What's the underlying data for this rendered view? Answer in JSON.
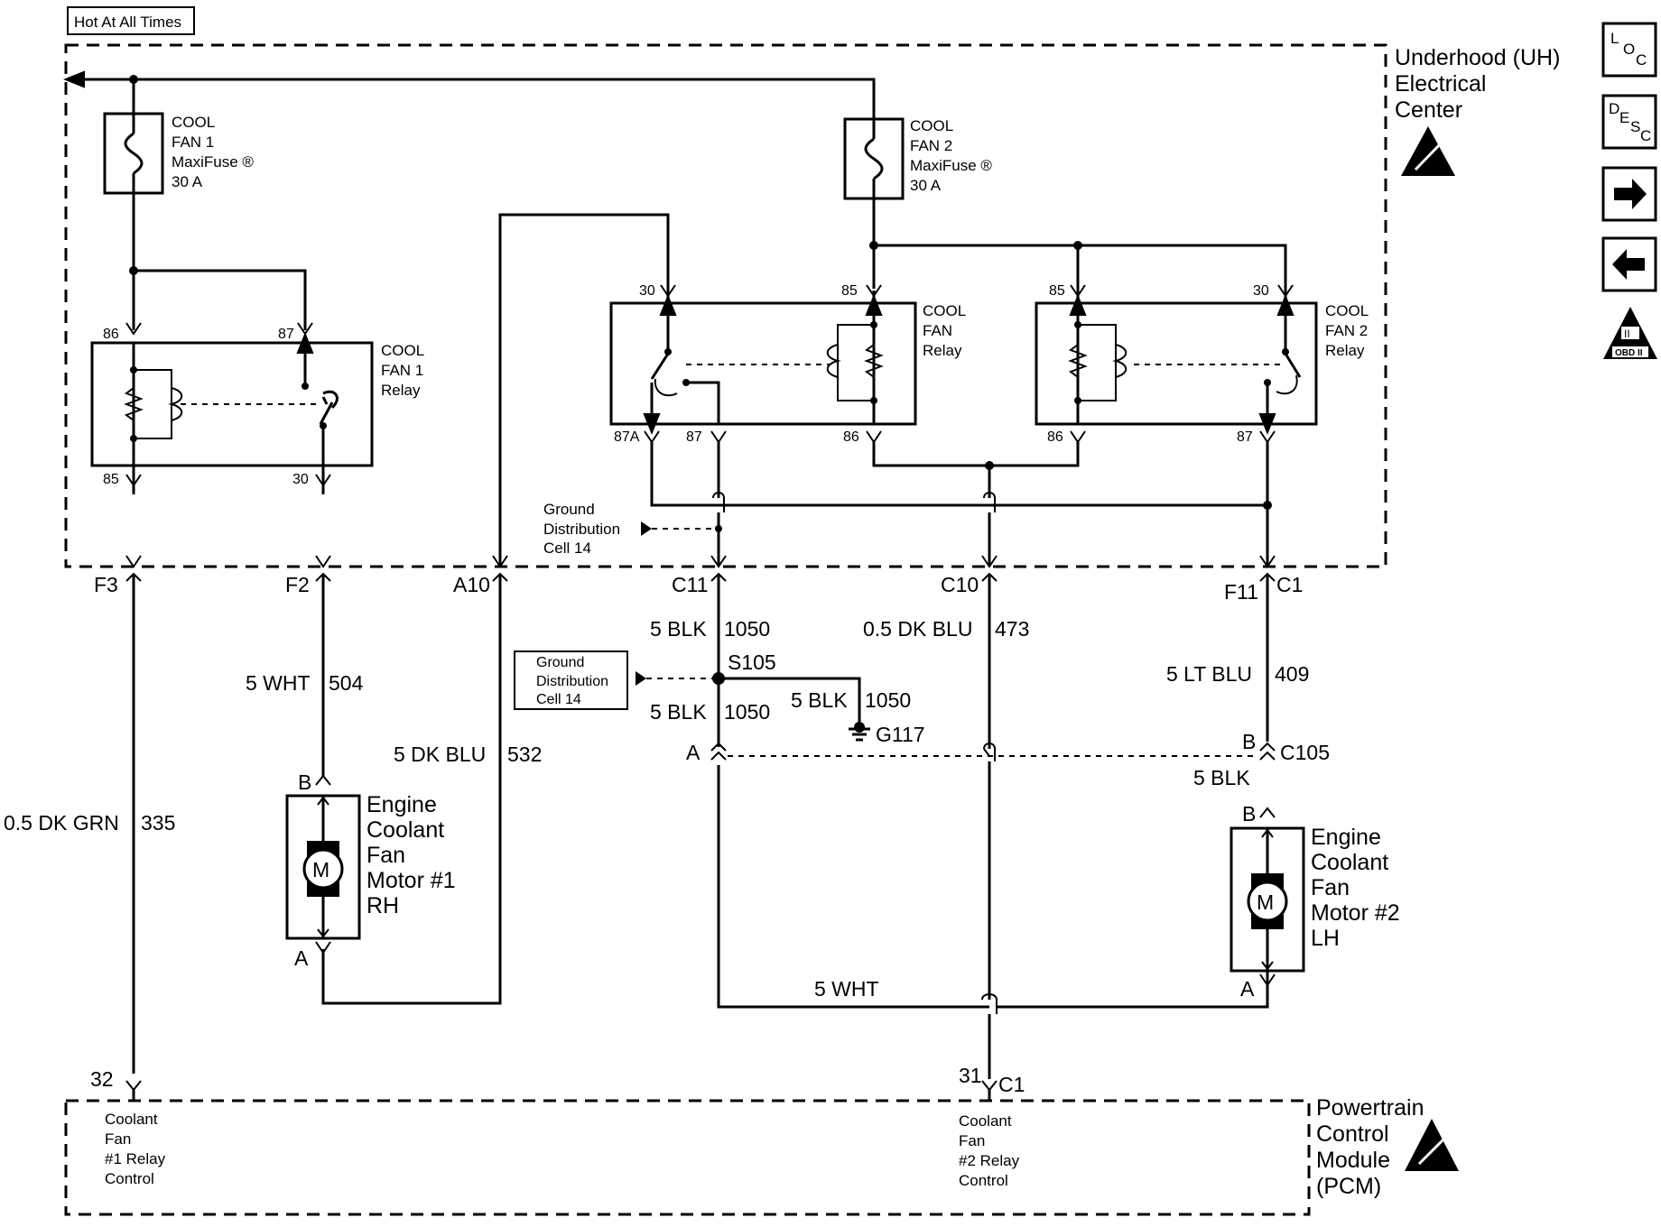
{
  "header": {
    "hot_label": "Hot At All Times"
  },
  "uh": {
    "line1": "Underhood (UH)",
    "line2": "Electrical",
    "line3": "Center"
  },
  "pcm": {
    "line1": "Powertrain",
    "line2": "Control",
    "line3": "Module",
    "line4": "(PCM)",
    "c1_l1": "Coolant",
    "c1_l2": "Fan",
    "c1_l3": "#1 Relay",
    "c1_l4": "Control",
    "c2_l1": "Coolant",
    "c2_l2": "Fan",
    "c2_l3": "#2 Relay",
    "c2_l4": "Control",
    "pin32": "32",
    "pin31": "31",
    "c1": "C1"
  },
  "fuses": {
    "fan1": {
      "l1": "COOL",
      "l2": "FAN 1",
      "l3": "MaxiFuse ®",
      "l4": "30 A"
    },
    "fan2": {
      "l1": "COOL",
      "l2": "FAN 2",
      "l3": "MaxiFuse ®",
      "l4": "30 A"
    }
  },
  "relays": {
    "fan1": {
      "l1": "COOL",
      "l2": "FAN 1",
      "l3": "Relay",
      "p86": "86",
      "p87": "87",
      "p85": "85",
      "p30": "30"
    },
    "fan": {
      "l1": "COOL",
      "l2": "FAN",
      "l3": "Relay",
      "p30": "30",
      "p85": "85",
      "p87a": "87A",
      "p87": "87",
      "p86": "86"
    },
    "fan2": {
      "l1": "COOL",
      "l2": "FAN 2",
      "l3": "Relay",
      "p85": "85",
      "p30": "30",
      "p86": "86",
      "p87": "87"
    }
  },
  "ground_ref": {
    "upper": {
      "l1": "Ground",
      "l2": "Distribution",
      "l3": "Cell 14"
    },
    "lower": {
      "l1": "Ground",
      "l2": "Distribution",
      "l3": "Cell 14"
    }
  },
  "connectors": {
    "f3": "F3",
    "f2": "F2",
    "a10": "A10",
    "c11": "C11",
    "c10": "C10",
    "f11": "F11",
    "c1": "C1",
    "c105": "C105",
    "s105": "S105",
    "g117": "G117",
    "a": "A",
    "b": "B"
  },
  "wires": {
    "w335_l": "0.5 DK GRN",
    "w335_c": "335",
    "w504_l": "5 WHT",
    "w504_c": "504",
    "w532_l": "5 DK BLU",
    "w532_c": "532",
    "w1050a_l": "5 BLK",
    "w1050a_c": "1050",
    "w1050b_l": "5 BLK",
    "w1050b_c": "1050",
    "w1050c_l": "5 BLK",
    "w1050c_c": "1050",
    "w473_l": "0.5 DK BLU",
    "w473_c": "473",
    "w409_l": "5 LT BLU",
    "w409_c": "409",
    "wblk": "5 BLK",
    "wwht": "5 WHT"
  },
  "motors": {
    "m1": {
      "l1": "Engine",
      "l2": "Coolant",
      "l3": "Fan",
      "l4": "Motor #1",
      "l5": "RH",
      "sym": "M",
      "pa": "A",
      "pb": "B"
    },
    "m2": {
      "l1": "Engine",
      "l2": "Coolant",
      "l3": "Fan",
      "l4": "Motor #2",
      "l5": "LH",
      "sym": "M",
      "pa": "A",
      "pb": "B"
    }
  },
  "side_icons": {
    "loc": {
      "l": "L",
      "o": "O",
      "c": "C"
    },
    "desc": {
      "d": "D",
      "e": "E",
      "s": "S",
      "c": "C"
    },
    "obd": {
      "num": "II",
      "text": "OBD II"
    },
    "forward": "arrow-right-icon",
    "back": "arrow-left-icon"
  }
}
